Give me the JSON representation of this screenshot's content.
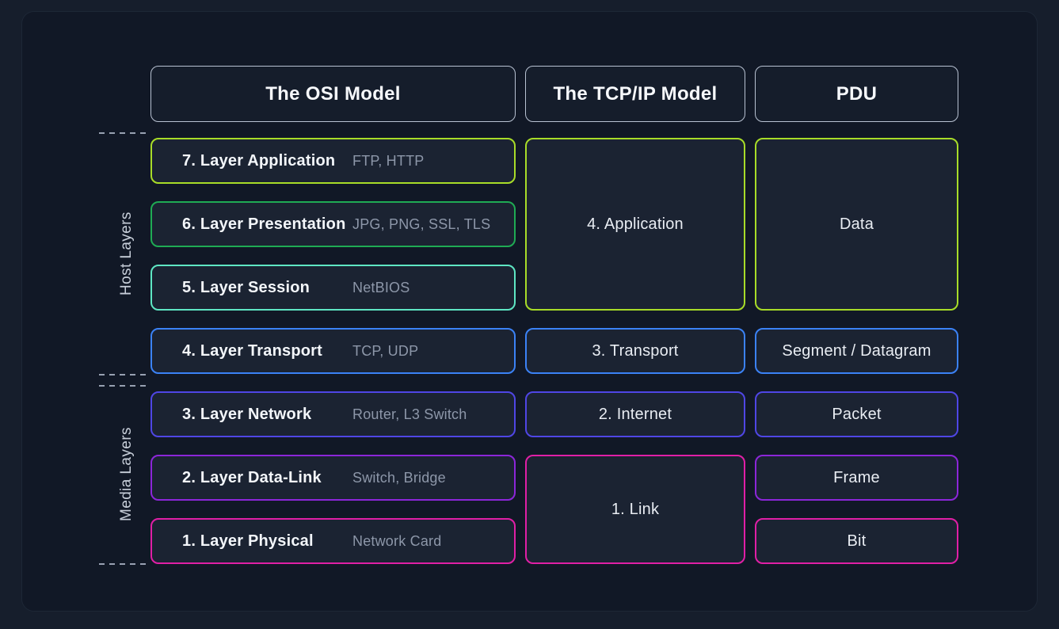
{
  "headers": [
    {
      "label": "The OSI Model"
    },
    {
      "label": "The TCP/IP Model"
    },
    {
      "label": "PDU"
    }
  ],
  "side_labels": {
    "host": "Host Layers",
    "media": "Media Layers"
  },
  "osi_layers": [
    {
      "name": "7. Layer Application",
      "examples": "FTP, HTTP",
      "color": "#a8dc28"
    },
    {
      "name": "6. Layer Presentation",
      "examples": "JPG, PNG, SSL, TLS",
      "color": "#1fab54"
    },
    {
      "name": "5. Layer Session",
      "examples": "NetBIOS",
      "color": "#5ee6c3"
    },
    {
      "name": "4. Layer Transport",
      "examples": "TCP, UDP",
      "color": "#3b82f6"
    },
    {
      "name": "3. Layer Network",
      "examples": "Router, L3 Switch",
      "color": "#4f46e5"
    },
    {
      "name": "2. Layer Data-Link",
      "examples": "Switch, Bridge",
      "color": "#8c26d9"
    },
    {
      "name": "1. Layer Physical",
      "examples": "Network Card",
      "color": "#e01fa6"
    }
  ],
  "tcpip_layers": [
    {
      "name": "4. Application",
      "spans_osi": "7-5",
      "color": "#a8dc28"
    },
    {
      "name": "3. Transport",
      "spans_osi": "4",
      "color": "#3b82f6"
    },
    {
      "name": "2. Internet",
      "spans_osi": "3",
      "color": "#4f46e5"
    },
    {
      "name": "1. Link",
      "spans_osi": "2-1",
      "color": "#e01fa6"
    }
  ],
  "pdu_units": [
    {
      "name": "Data",
      "color": "#a8dc28"
    },
    {
      "name": "Segment / Datagram",
      "color": "#3b82f6"
    },
    {
      "name": "Packet",
      "color": "#4f46e5"
    },
    {
      "name": "Frame",
      "color": "#8c26d9"
    },
    {
      "name": "Bit",
      "color": "#e01fa6"
    }
  ],
  "colors": {
    "background": "#161e2c",
    "panel": "#111826",
    "box_fill": "#1b2332",
    "header_border": "#b8c2d2",
    "name_text": "#f3f6fa",
    "example_text": "#8d97a9",
    "dashed_line": "#98a1b2"
  }
}
